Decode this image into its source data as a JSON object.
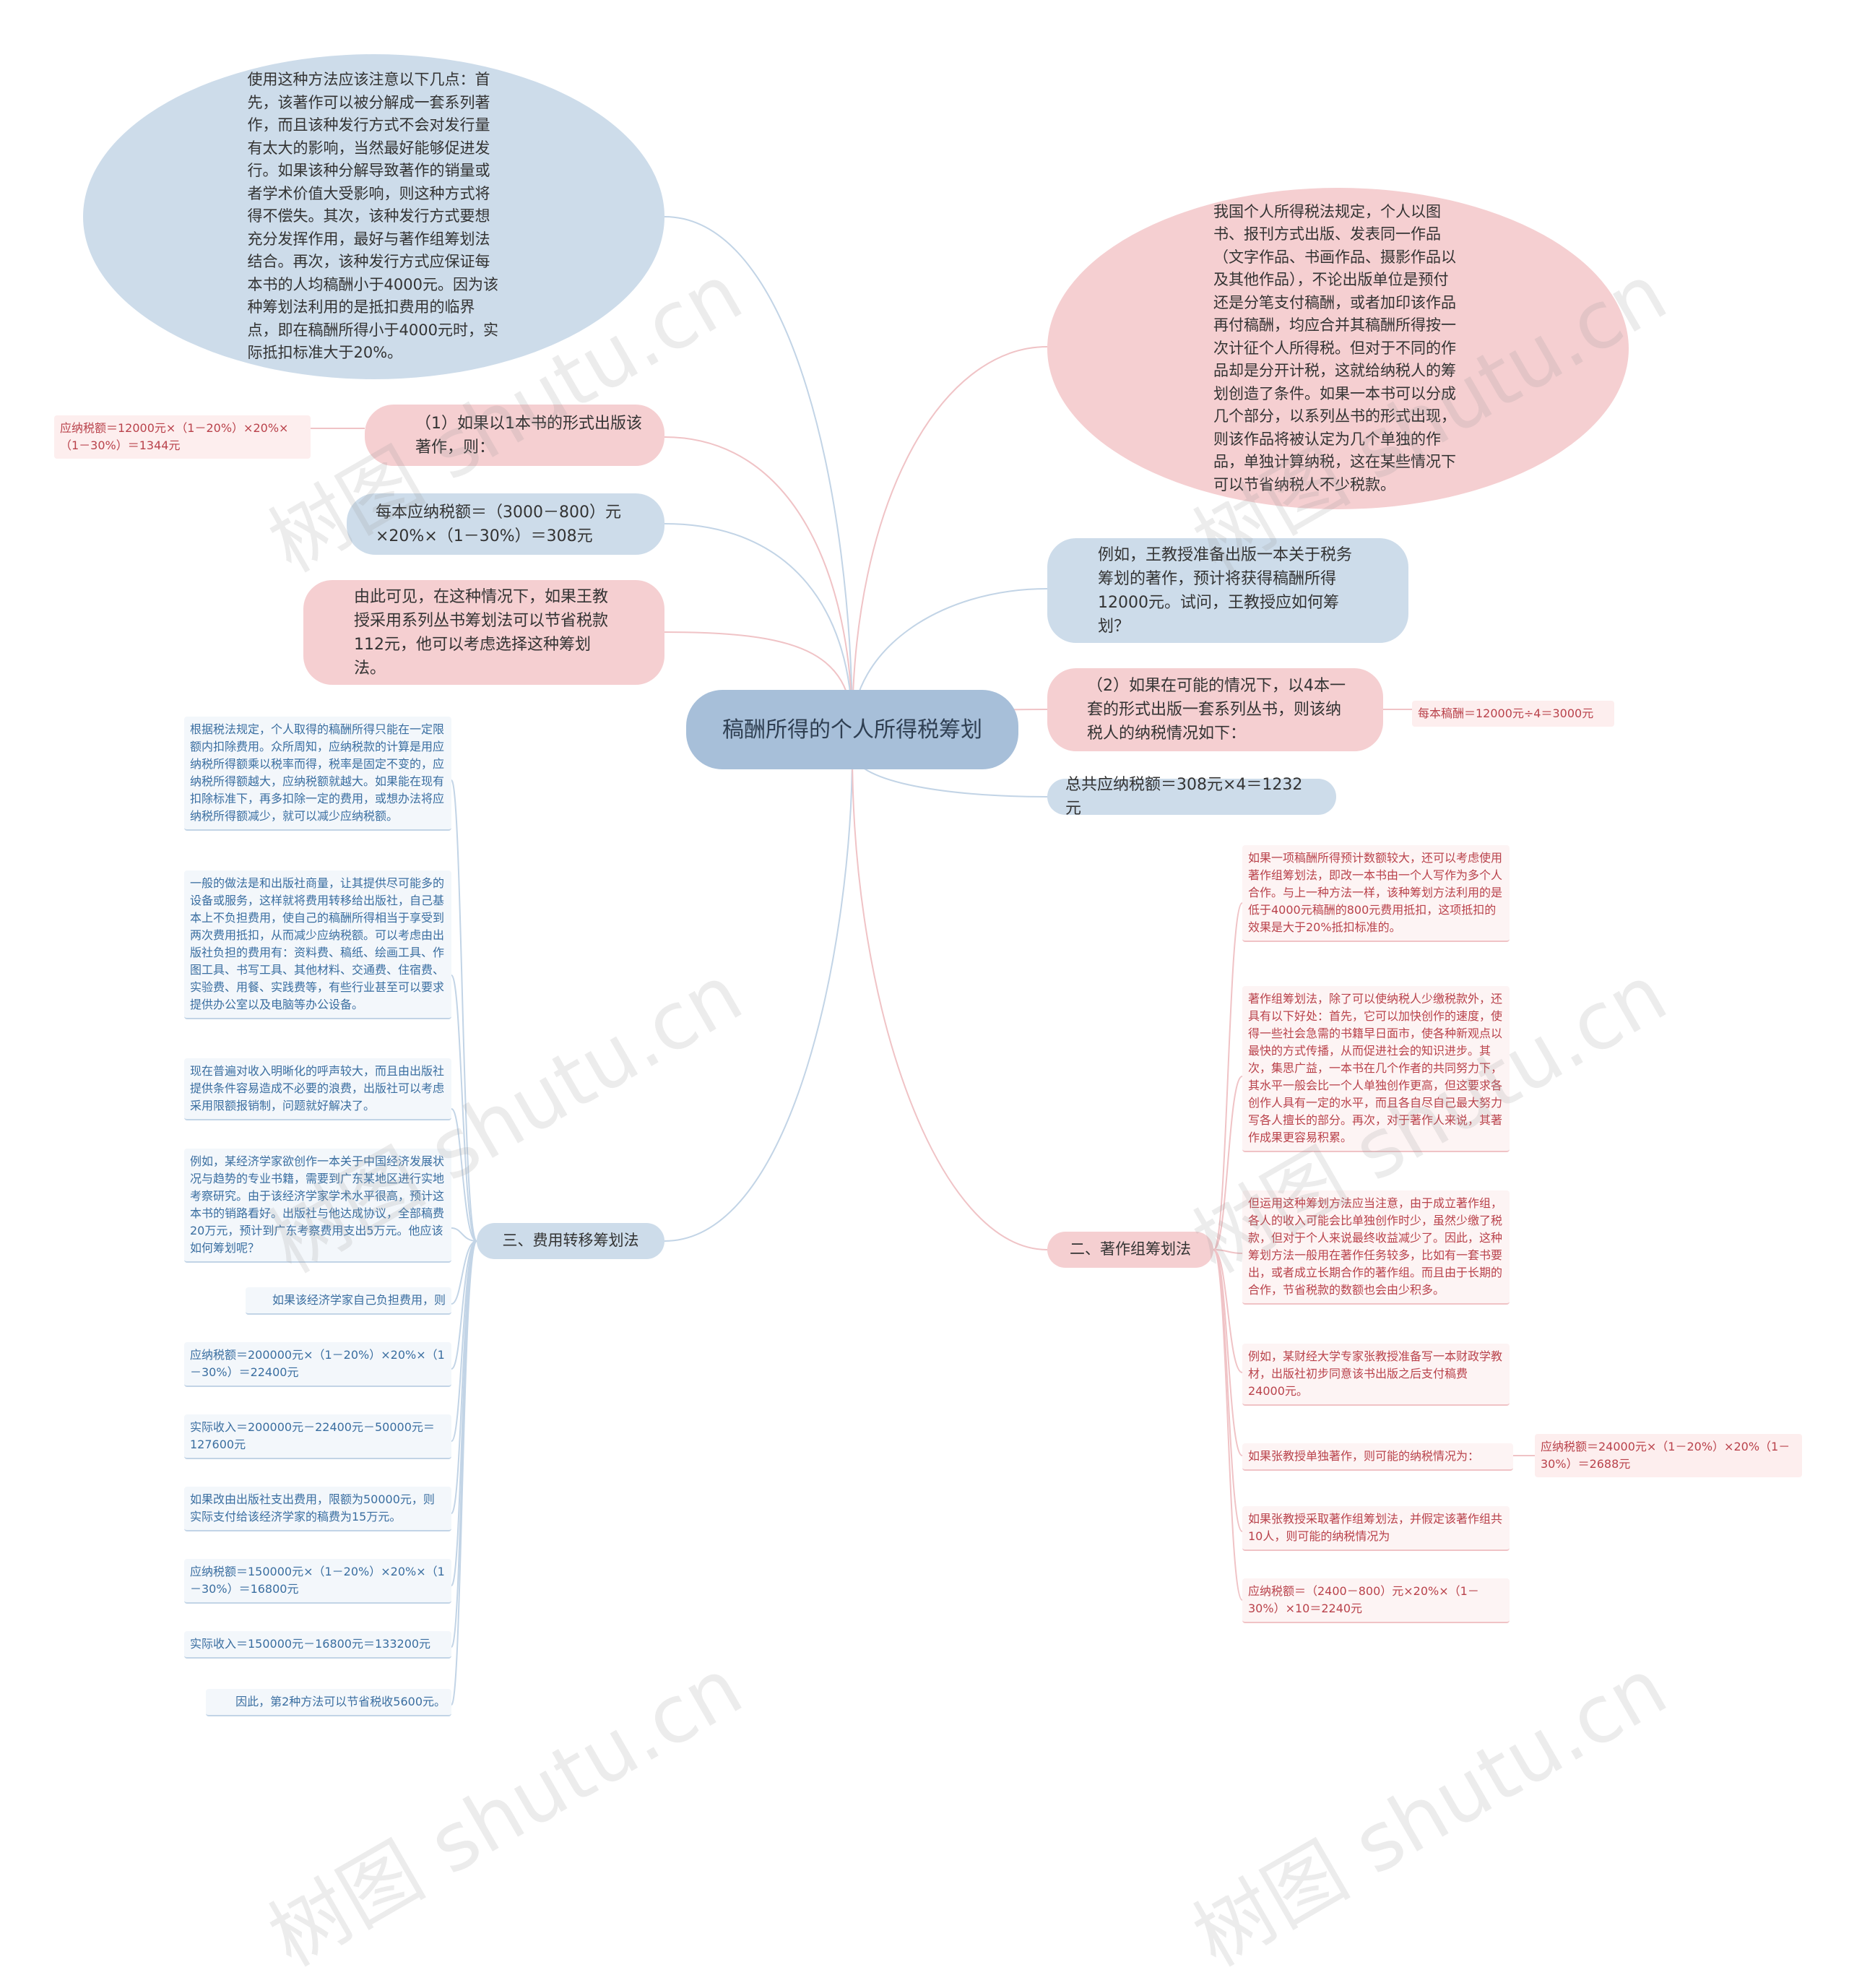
{
  "root": "稿酬所得的个人所得税筹划",
  "left": {
    "n1": "使用这种方法应该注意以下几点：首先，该著作可以被分解成一套系列著作，而且该种发行方式不会对发行量有太大的影响，当然最好能够促进发行。如果该种分解导致著作的销量或者学术价值大受影响，则这种方式将得不偿失。其次，该种发行方式要想充分发挥作用，最好与著作组筹划法结合。再次，该种发行方式应保证每本书的人均稿酬小于4000元。因为该种筹划法利用的是抵扣费用的临界点，即在稿酬所得小于4000元时，实际抵扣标准大于20%。",
    "n2": "（1）如果以1本书的形式出版该著作，则：",
    "n2_leaf": "应纳税额＝12000元×（1－20%）×20%×（1－30%）＝1344元",
    "n3": "每本应纳税额＝（3000－800）元×20%×（1－30%）＝308元",
    "n4": "由此可见，在这种情况下，如果王教授采用系列丛书筹划法可以节省税款112元，他可以考虑选择这种筹划法。",
    "n5": "三、费用转移筹划法",
    "n5_leaves": [
      "根据税法规定，个人取得的稿酬所得只能在一定限额内扣除费用。众所周知，应纳税款的计算是用应纳税所得额乘以税率而得，税率是固定不变的，应纳税所得额越大，应纳税额就越大。如果能在现有扣除标准下，再多扣除一定的费用，或想办法将应纳税所得额减少，就可以减少应纳税额。",
      "一般的做法是和出版社商量，让其提供尽可能多的设备或服务，这样就将费用转移给出版社，自己基本上不负担费用，使自己的稿酬所得相当于享受到两次费用抵扣，从而减少应纳税额。可以考虑由出版社负担的费用有：资料费、稿纸、绘画工具、作图工具、书写工具、其他材料、交通费、住宿费、实验费、用餐、实践费等，有些行业甚至可以要求提供办公室以及电脑等办公设备。",
      "现在普遍对收入明晰化的呼声较大，而且由出版社提供条件容易造成不必要的浪费，出版社可以考虑采用限额报销制，问题就好解决了。",
      "例如，某经济学家欲创作一本关于中国经济发展状况与趋势的专业书籍，需要到广东某地区进行实地考察研究。由于该经济学家学术水平很高，预计这本书的销路看好。出版社与他达成协议，全部稿费20万元，预计到广东考察费用支出5万元。他应该如何筹划呢？",
      "如果该经济学家自己负担费用，则",
      "应纳税额＝200000元×（1－20%）×20%×（1－30%）＝22400元",
      "实际收入＝200000元－22400元－50000元＝127600元",
      "如果改由出版社支出费用，限额为50000元，则实际支付给该经济学家的稿费为15万元。",
      "应纳税额＝150000元×（1－20%）×20%×（1－30%）＝16800元",
      "实际收入＝150000元－16800元＝133200元",
      "因此，第2种方法可以节省税收5600元。"
    ]
  },
  "right": {
    "m1": "我国个人所得税法规定，个人以图书、报刊方式出版、发表同一作品（文字作品、书画作品、摄影作品以及其他作品），不论出版单位是预付还是分笔支付稿酬，或者加印该作品再付稿酬，均应合并其稿酬所得按一次计征个人所得税。但对于不同的作品却是分开计税，这就给纳税人的筹划创造了条件。如果一本书可以分成几个部分，以系列丛书的形式出现，则该作品将被认定为几个单独的作品，单独计算纳税，这在某些情况下可以节省纳税人不少税款。",
    "m2": "例如，王教授准备出版一本关于税务筹划的著作，预计将获得稿酬所得12000元。试问，王教授应如何筹划？",
    "m3": "（2）如果在可能的情况下，以4本一套的形式出版一套系列丛书，则该纳税人的纳税情况如下：",
    "m3_leaf": "每本稿酬＝12000元÷4＝3000元",
    "m4": "总共应纳税额＝308元×4＝1232元",
    "m5": "二、著作组筹划法",
    "m5_leaves": [
      "如果一项稿酬所得预计数额较大，还可以考虑使用著作组筹划法，即改一本书由一个人写作为多个人合作。与上一种方法一样，该种筹划方法利用的是低于4000元稿酬的800元费用抵扣，这项抵扣的效果是大于20%抵扣标准的。",
      "著作组筹划法，除了可以使纳税人少缴税款外，还具有以下好处：首先，它可以加快创作的速度，使得一些社会急需的书籍早日面市，使各种新观点以最快的方式传播，从而促进社会的知识进步。其次，集思广益，一本书在几个作者的共同努力下，其水平一般会比一个人单独创作更高，但这要求各创作人具有一定的水平，而且各自尽自己最大努力写各人擅长的部分。再次，对于著作人来说，其著作成果更容易积累。",
      "但运用这种筹划方法应当注意，由于成立著作组，各人的收入可能会比单独创作时少，虽然少缴了税款，但对于个人来说最终收益减少了。因此，这种筹划方法一般用在著作任务较多，比如有一套书要出，或者成立长期合作的著作组。而且由于长期的合作，节省税款的数额也会由少积多。",
      "例如，某财经大学专家张教授准备写一本财政学教材，出版社初步同意该书出版之后支付稿费24000元。",
      "如果张教授单独著作，则可能的纳税情况为：",
      "如果张教授采取著作组筹划法，并假定该著作组共10人，则可能的纳税情况为",
      "应纳税额＝（2400－800）元×20%×（1－30%）×10＝2240元"
    ],
    "m5_sub_leaf": "应纳税额＝24000元×（1－20%）×20%（1－30%）＝2688元"
  },
  "watermark": "树图 shutu.cn"
}
